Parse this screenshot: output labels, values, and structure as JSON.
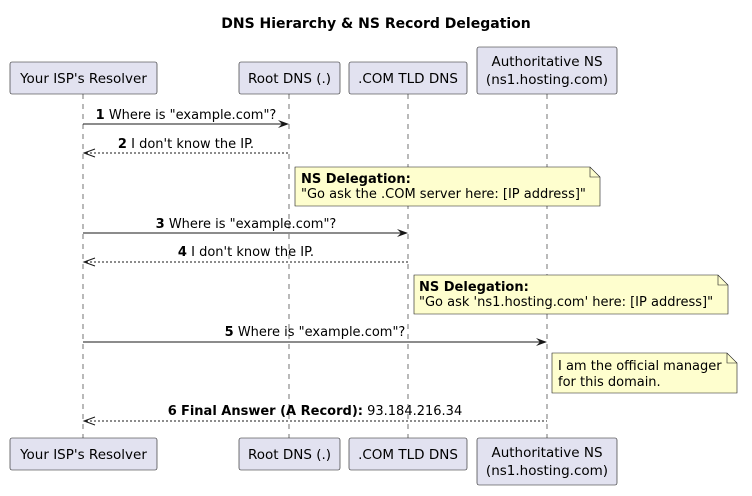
{
  "diagram": {
    "title": "DNS Hierarchy & NS Record Delegation",
    "participants": [
      {
        "id": "resolver",
        "label": [
          "Your ISP's Resolver"
        ]
      },
      {
        "id": "root",
        "label": [
          "Root DNS (.)"
        ]
      },
      {
        "id": "tld",
        "label": [
          ".COM TLD DNS"
        ]
      },
      {
        "id": "auth",
        "label": [
          "Authoritative NS",
          "(ns1.hosting.com)"
        ]
      }
    ],
    "messages": [
      {
        "num": "1",
        "bold_text": "",
        "text": "Where is \"example.com\"?",
        "style": "solid"
      },
      {
        "num": "2",
        "bold_text": "",
        "text": "I don't know the IP.",
        "style": "dashed"
      },
      {
        "num": "3",
        "bold_text": "",
        "text": "Where is \"example.com\"?",
        "style": "solid"
      },
      {
        "num": "4",
        "bold_text": "",
        "text": "I don't know the IP.",
        "style": "dashed"
      },
      {
        "num": "5",
        "bold_text": "",
        "text": "Where is \"example.com\"?",
        "style": "solid"
      },
      {
        "num": "6",
        "bold_text": "Final Answer (A Record):",
        "text": "93.184.216.34",
        "style": "dashed"
      }
    ],
    "notes": [
      {
        "heading": "NS Delegation:",
        "lines": [
          "\"Go ask the .COM server here: [IP address]\""
        ]
      },
      {
        "heading": "NS Delegation:",
        "lines": [
          "\"Go ask 'ns1.hosting.com' here: [IP address]\""
        ]
      },
      {
        "heading": "",
        "lines": [
          "I am the official manager",
          "for this domain."
        ]
      }
    ]
  }
}
